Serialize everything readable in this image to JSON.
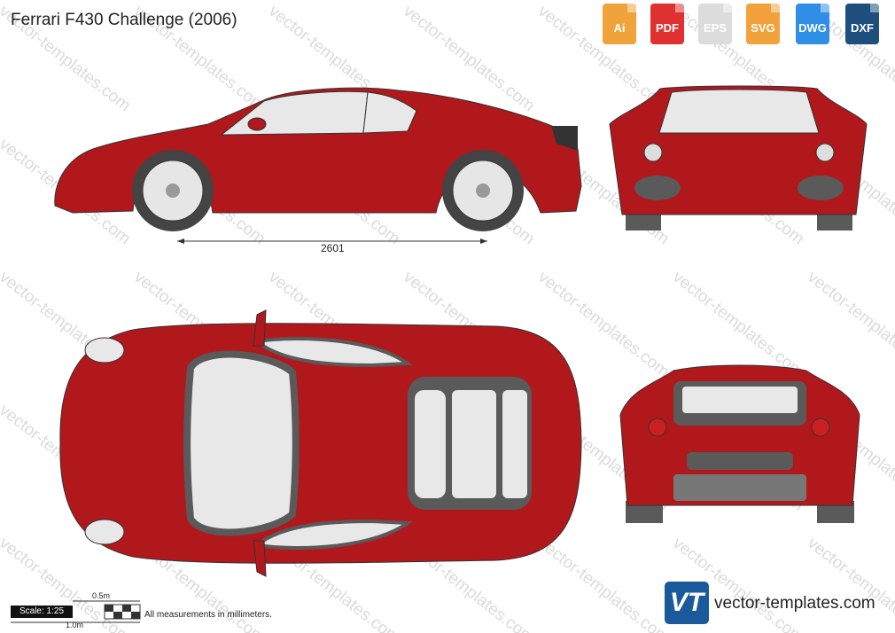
{
  "title": "Ferrari F430 Challenge (2006)",
  "formats": [
    {
      "label": "Ai",
      "color": "#f0a33a"
    },
    {
      "label": "PDF",
      "color": "#e03131"
    },
    {
      "label": "EPS",
      "color": "#dcdcdc"
    },
    {
      "label": "SVG",
      "color": "#f2a23a"
    },
    {
      "label": "DWG",
      "color": "#2f8ee6"
    },
    {
      "label": "DXF",
      "color": "#1d4e7e"
    }
  ],
  "watermark": "vector-templates.com",
  "dimension": "2601",
  "scale": {
    "label": "Scale: 1:25",
    "half": "0.5m",
    "full": "1.0m"
  },
  "note": "All measurements in millimeters.",
  "brand": {
    "logo": "VT",
    "name": "vector-templates.com"
  },
  "colors": {
    "body": "#b0181c",
    "outline": "#333333",
    "glass": "#e8e8e8",
    "tyre": "#444444",
    "trim": "#5a5a5a"
  }
}
